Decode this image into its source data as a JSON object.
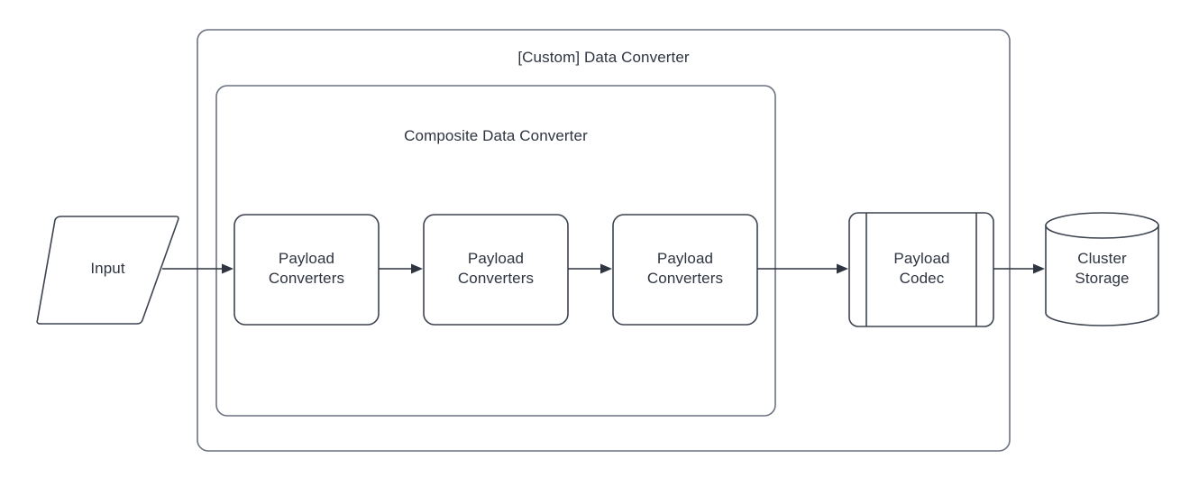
{
  "diagram": {
    "type": "flowchart",
    "title": "[Custom] Data Converter",
    "background": "#ffffff",
    "stroke_color": "#3d4450",
    "group_stroke_color": "#6b7280",
    "text_color": "#2e3440",
    "groups": [
      {
        "id": "custom-data-converter",
        "label": "[Custom] Data Converter",
        "shape": "rounded-rectangle"
      },
      {
        "id": "composite-data-converter",
        "label": "Composite Data Converter",
        "shape": "rounded-rectangle"
      }
    ],
    "nodes": [
      {
        "id": "input",
        "label": "Input",
        "shape": "parallelogram"
      },
      {
        "id": "payload-converters-1",
        "label": "Payload\nConverters",
        "shape": "rounded-rectangle"
      },
      {
        "id": "payload-converters-2",
        "label": "Payload\nConverters",
        "shape": "rounded-rectangle"
      },
      {
        "id": "payload-converters-3",
        "label": "Payload\nConverters",
        "shape": "rounded-rectangle"
      },
      {
        "id": "payload-codec",
        "label": "Payload\nCodec",
        "shape": "predefined-process"
      },
      {
        "id": "cluster-storage",
        "label": "Cluster\nStorage",
        "shape": "cylinder"
      }
    ],
    "edges": [
      {
        "id": "edge-input-to-pc1",
        "from": "input",
        "to": "payload-converters-1",
        "arrow": "single"
      },
      {
        "id": "edge-pc1-to-pc2",
        "from": "payload-converters-1",
        "to": "payload-converters-2",
        "arrow": "single"
      },
      {
        "id": "edge-pc2-to-pc3",
        "from": "payload-converters-2",
        "to": "payload-converters-3",
        "arrow": "single"
      },
      {
        "id": "edge-pc3-to-codec",
        "from": "payload-converters-3",
        "to": "payload-codec",
        "arrow": "single"
      },
      {
        "id": "edge-codec-to-storage",
        "from": "payload-codec",
        "to": "cluster-storage",
        "arrow": "single"
      }
    ]
  }
}
